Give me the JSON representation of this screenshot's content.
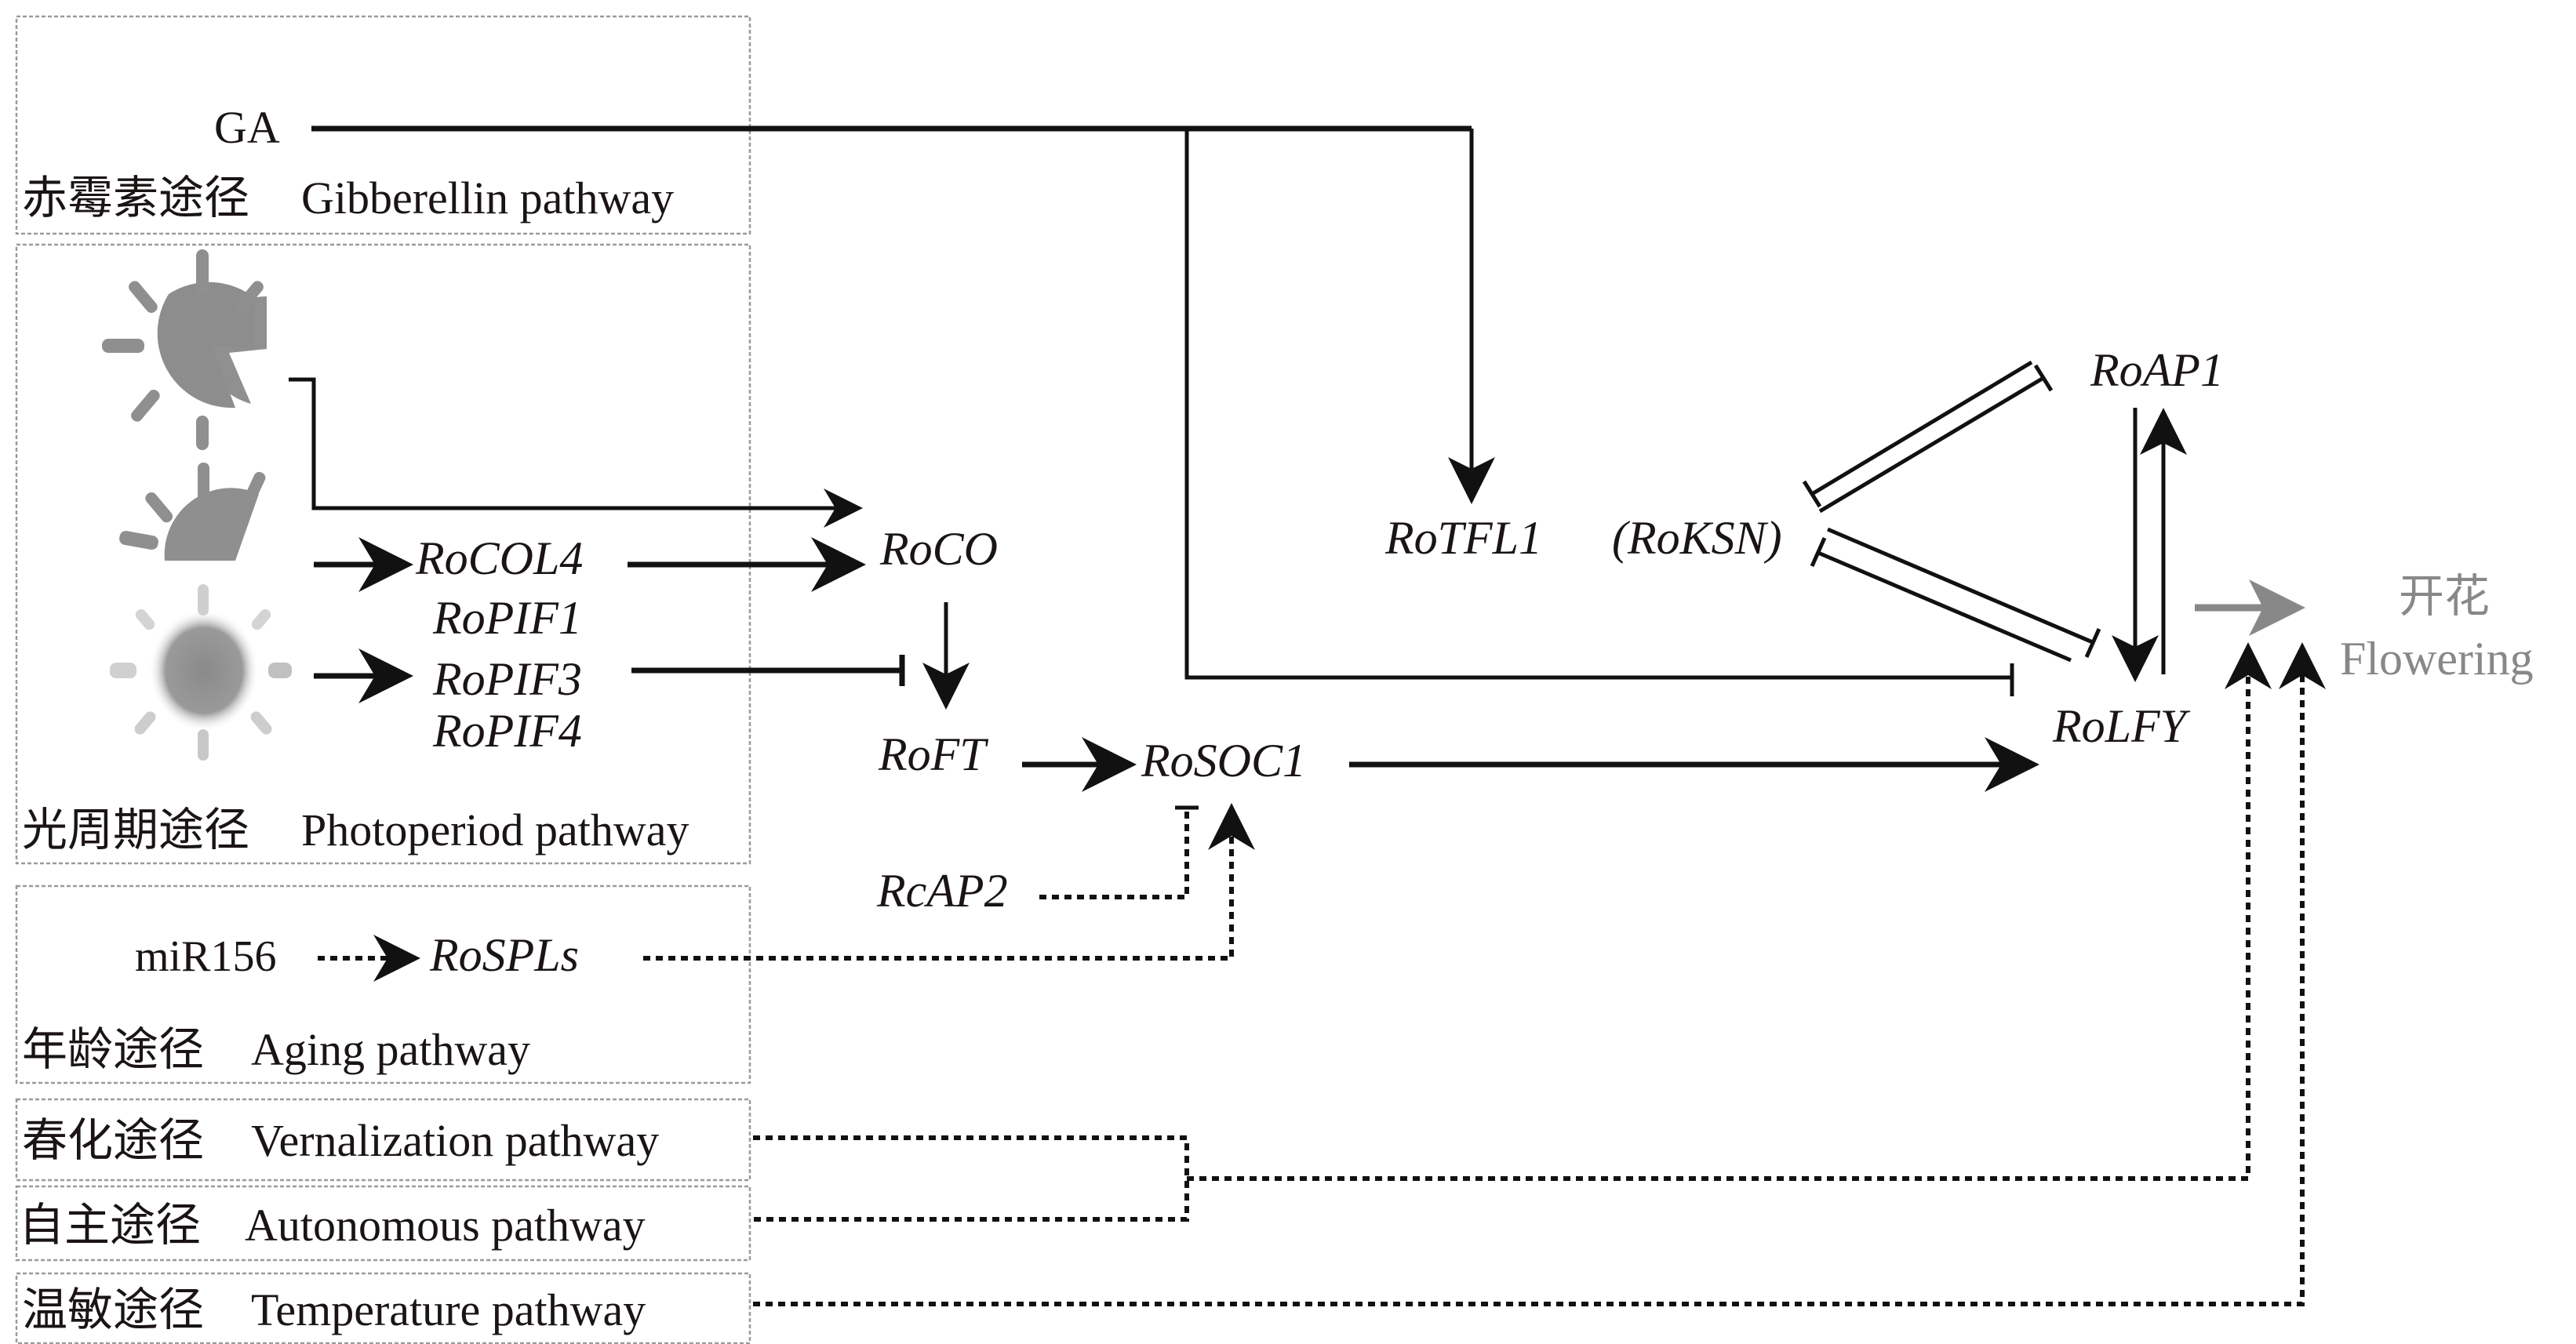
{
  "pathways": {
    "gibberellin": {
      "cn": "赤霉素途径",
      "en": "Gibberellin pathway"
    },
    "photoperiod": {
      "cn": "光周期途径",
      "en": "Photoperiod pathway"
    },
    "aging": {
      "cn": "年龄途径",
      "en": "Aging pathway"
    },
    "vernalization": {
      "cn": "春化途径",
      "en": "Vernalization pathway"
    },
    "autonomous": {
      "cn": "自主途径",
      "en": "Autonomous pathway"
    },
    "temperature": {
      "cn": "温敏途径",
      "en": "Temperature pathway"
    }
  },
  "nodes": {
    "ga": "GA",
    "rocol4": "RoCOL4",
    "ropif1": "RoPIF1",
    "ropif3": "RoPIF3",
    "ropif4": "RoPIF4",
    "roco": "RoCO",
    "roft": "RoFT",
    "rosoc1": "RoSOC1",
    "rcap2": "RcAP2",
    "mir156": "miR156",
    "rospls": "RoSPLs",
    "rotfl1": "RoTFL1",
    "roksn": "(RoKSN)",
    "roap1": "RoAP1",
    "rolfy": "RoLFY"
  },
  "output": {
    "cn": "开花",
    "en": "Flowering"
  },
  "icons": [
    "sun-long-day-icon",
    "sun-rising-icon",
    "sun-blurred-icon"
  ],
  "edges": [
    {
      "from": "GA",
      "to": "RoTFL1",
      "type": "activation"
    },
    {
      "from": "GA",
      "to": "RoLFY",
      "type": "inhibition"
    },
    {
      "from": "long-day",
      "to": "RoCO",
      "type": "activation"
    },
    {
      "from": "light",
      "to": "RoCOL4",
      "type": "activation"
    },
    {
      "from": "RoCOL4",
      "to": "RoCO",
      "type": "activation"
    },
    {
      "from": "light",
      "to": "RoPIF3",
      "type": "activation"
    },
    {
      "from": "RoPIF1/3/4",
      "to": "RoFT",
      "type": "inhibition"
    },
    {
      "from": "RoCO",
      "to": "RoFT",
      "type": "activation"
    },
    {
      "from": "RoFT",
      "to": "RoSOC1",
      "type": "activation"
    },
    {
      "from": "RcAP2",
      "to": "RoSOC1",
      "type": "inhibition",
      "style": "dotted"
    },
    {
      "from": "miR156",
      "to": "RoSPLs",
      "type": "activation",
      "style": "dotted"
    },
    {
      "from": "RoSPLs",
      "to": "RoSOC1",
      "type": "activation",
      "style": "dotted"
    },
    {
      "from": "RoSOC1",
      "to": "RoLFY",
      "type": "activation"
    },
    {
      "from": "RoKSN",
      "to": "RoAP1",
      "type": "mutual-inhibition"
    },
    {
      "from": "RoKSN",
      "to": "RoLFY",
      "type": "mutual-inhibition"
    },
    {
      "from": "RoAP1",
      "to": "RoLFY",
      "type": "mutual-activation"
    },
    {
      "from": "RoLFY",
      "to": "Flowering",
      "type": "activation"
    },
    {
      "from": "Vernalization/Autonomous",
      "to": "Flowering",
      "type": "activation",
      "style": "dotted"
    },
    {
      "from": "Temperature",
      "to": "Flowering",
      "type": "activation",
      "style": "dotted"
    }
  ]
}
